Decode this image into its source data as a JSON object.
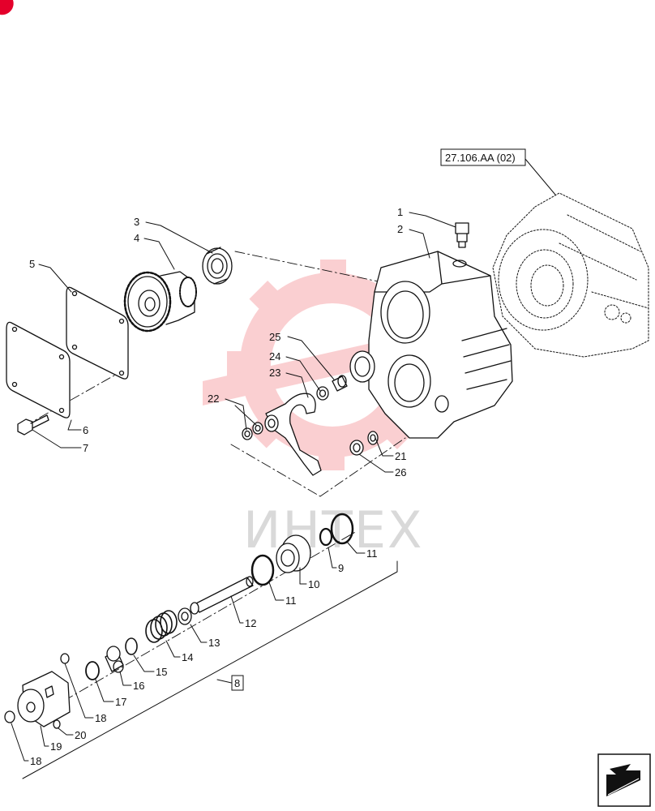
{
  "diagram": {
    "reference_label": "27.106.AA (02)",
    "group_label": "8",
    "watermark_text": "ИНТЕХ",
    "colors": {
      "line": "#111111",
      "watermark": "#f7a8ac",
      "corner_mark": "#e4002b"
    },
    "callouts": [
      {
        "id": "c1",
        "text": "1"
      },
      {
        "id": "c2",
        "text": "2"
      },
      {
        "id": "c3",
        "text": "3"
      },
      {
        "id": "c4",
        "text": "4"
      },
      {
        "id": "c5",
        "text": "5"
      },
      {
        "id": "c6",
        "text": "6"
      },
      {
        "id": "c7",
        "text": "7"
      },
      {
        "id": "c9",
        "text": "9"
      },
      {
        "id": "c10",
        "text": "10"
      },
      {
        "id": "c11a",
        "text": "11"
      },
      {
        "id": "c11b",
        "text": "11"
      },
      {
        "id": "c12",
        "text": "12"
      },
      {
        "id": "c13",
        "text": "13"
      },
      {
        "id": "c14",
        "text": "14"
      },
      {
        "id": "c15",
        "text": "15"
      },
      {
        "id": "c16",
        "text": "16"
      },
      {
        "id": "c17",
        "text": "17"
      },
      {
        "id": "c18a",
        "text": "18"
      },
      {
        "id": "c18b",
        "text": "18"
      },
      {
        "id": "c19",
        "text": "19"
      },
      {
        "id": "c20",
        "text": "20"
      },
      {
        "id": "c21",
        "text": "21"
      },
      {
        "id": "c22",
        "text": "22"
      },
      {
        "id": "c23",
        "text": "23"
      },
      {
        "id": "c24",
        "text": "24"
      },
      {
        "id": "c25",
        "text": "25"
      },
      {
        "id": "c26",
        "text": "26"
      }
    ]
  }
}
